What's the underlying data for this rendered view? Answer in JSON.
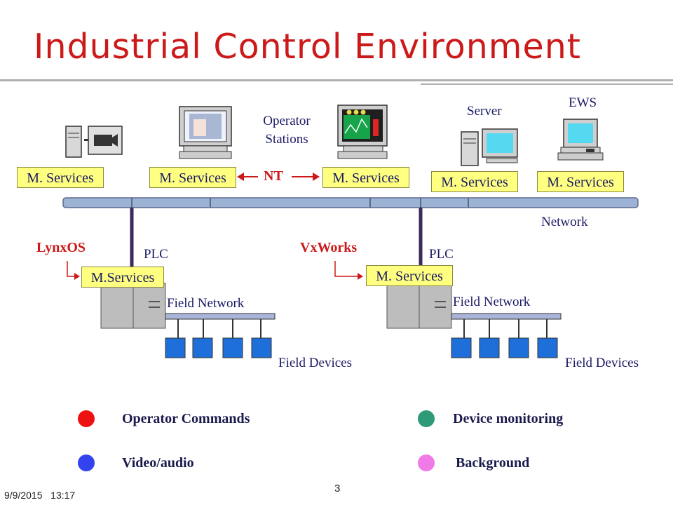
{
  "title": "Industrial Control Environment",
  "services": {
    "s1": "M. Services",
    "s2": "M. Services",
    "s3": "M. Services",
    "s4": "M. Services",
    "s5": "M. Services",
    "plc1": "M.Services",
    "plc2": "M. Services"
  },
  "labels": {
    "operator_stations": "Operator\nStations",
    "server": "Server",
    "ews": "EWS",
    "nt": "NT",
    "network": "Network",
    "lynxos": "LynxOS",
    "vxworks": "VxWorks",
    "plc1": "PLC",
    "plc2": "PLC",
    "field_network_1": "Field Network",
    "field_network_2": "Field Network",
    "field_devices_1": "Field Devices",
    "field_devices_2": "Field Devices"
  },
  "legend": {
    "operator_commands": "Operator Commands",
    "device_monitoring": "Device monitoring",
    "video_audio": "Video/audio",
    "background": "Background"
  },
  "colors": {
    "operator_commands": "#ee1111",
    "device_monitoring": "#2e9a78",
    "video_audio": "#3344ee",
    "background": "#f07ae8"
  },
  "footer": {
    "date": "9/9/2015",
    "time": "13:17",
    "page": "3"
  }
}
